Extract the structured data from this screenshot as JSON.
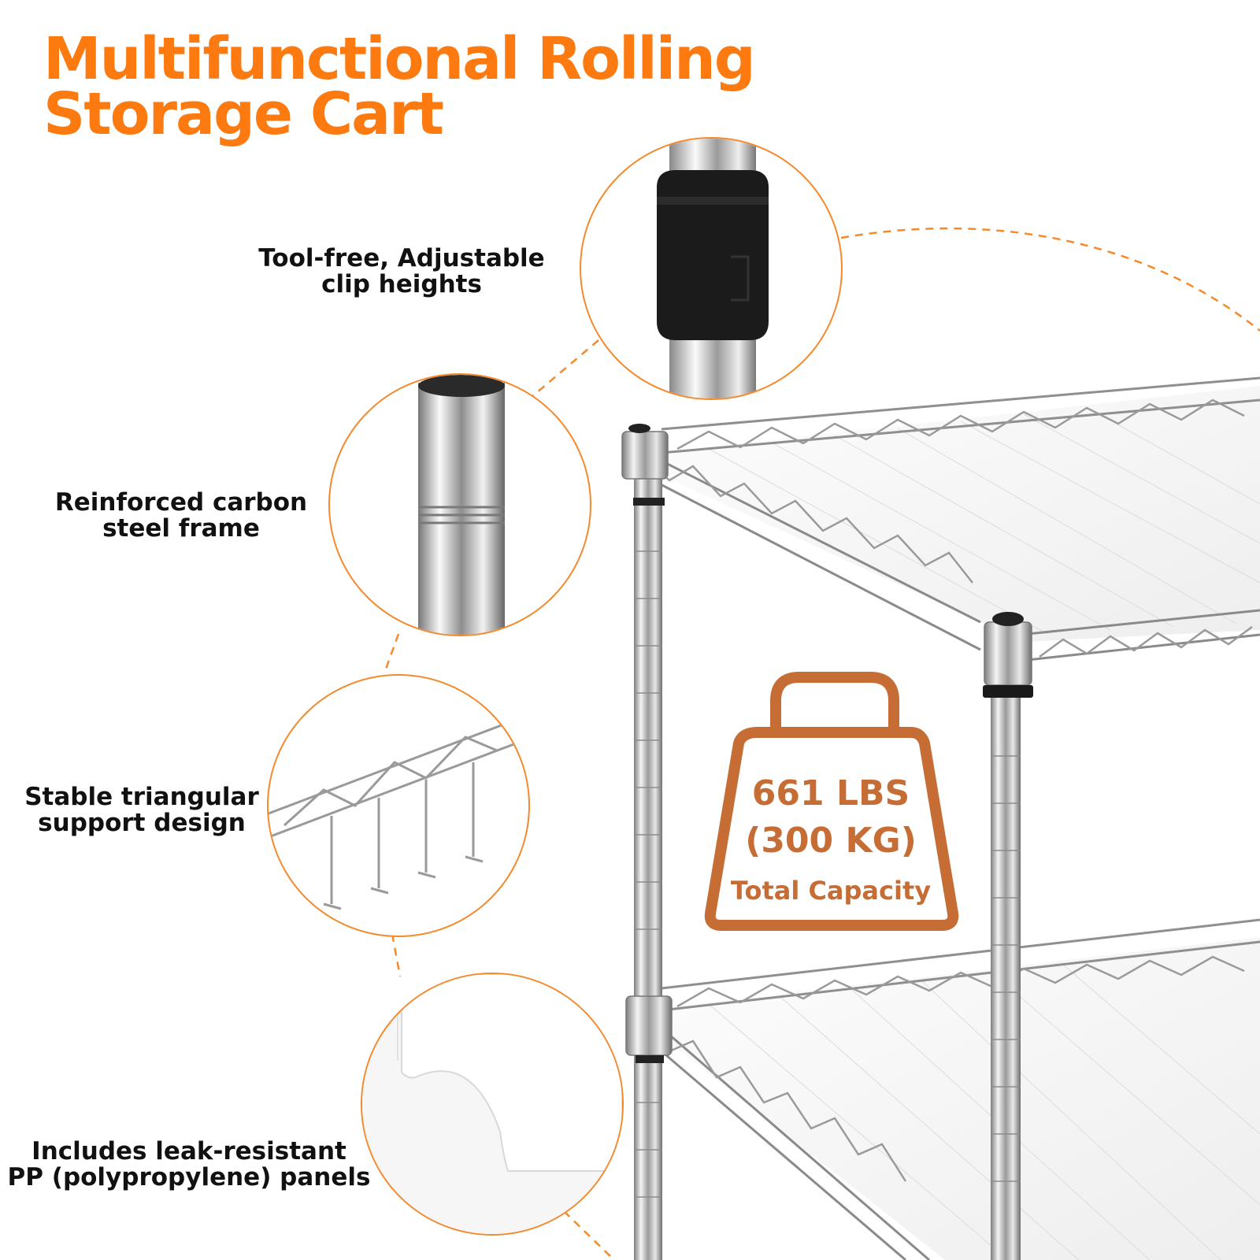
{
  "title": {
    "line1": "Multifunctional Rolling",
    "line2": "Storage Cart"
  },
  "features": [
    {
      "line1": "Tool-free, Adjustable",
      "line2": "clip heights",
      "icon": "clip-closeup"
    },
    {
      "line1": "Reinforced carbon",
      "line2": "steel frame",
      "icon": "pole-closeup"
    },
    {
      "line1": "Stable triangular",
      "line2": "support design",
      "icon": "wire-closeup"
    },
    {
      "line1": "Includes leak-resistant",
      "line2": "PP (polypropylene) panels",
      "icon": "panel-closeup"
    }
  ],
  "capacity": {
    "weight_lbs": "661 LBS",
    "weight_kg": "(300 KG)",
    "label": "Total Capacity",
    "icon": "weight-icon",
    "color": "#c56d35"
  },
  "colors": {
    "accent": "#fd7a10",
    "circle_border": "#f48a2e",
    "text": "#111111"
  }
}
